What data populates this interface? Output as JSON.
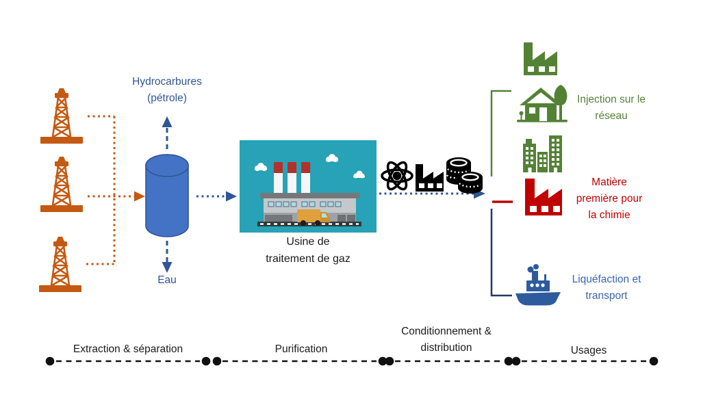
{
  "colors": {
    "derrick_orange": "#C45911",
    "cylinder_blue": "#4472C4",
    "cylinder_stroke": "#2F5597",
    "label_blue": "#2E5597",
    "arrow_blue": "#2E5597",
    "scene_teal": "#27A2B6",
    "network_green": "#548235",
    "chemistry_red": "#C00000",
    "lng_navy": "#1F3864",
    "ship_blue": "#2E5B9E",
    "lng_text_blue": "#3966B0"
  },
  "labels": {
    "hydrocarbons": [
      "Hydrocarbures",
      "(pétrole)"
    ],
    "water": [
      "Eau"
    ],
    "plant_caption": [
      "Usine de",
      "traitement de gaz"
    ],
    "injection": [
      "Injection sur le",
      "réseau"
    ],
    "chemistry": [
      "Matière",
      "première pour",
      "la chimie"
    ],
    "lng": [
      "Liquéfaction et",
      "transport"
    ]
  },
  "stages": [
    [
      "Extraction & séparation"
    ],
    [
      "Purification"
    ],
    [
      "Conditionnement &",
      "distribution"
    ],
    [
      "Usages"
    ]
  ],
  "icons": {
    "wells": "oil-derrick-icon",
    "separator": "separator-cylinder-icon",
    "plant": "gas-plant-scene",
    "conditioning": [
      "atom-icon",
      "factory-icon",
      "coins-icon"
    ],
    "network_uses": [
      "factory-icon",
      "house-icon",
      "city-buildings-icon"
    ],
    "chemistry_use": "factory-icon",
    "lng_use": "ship-icon"
  }
}
